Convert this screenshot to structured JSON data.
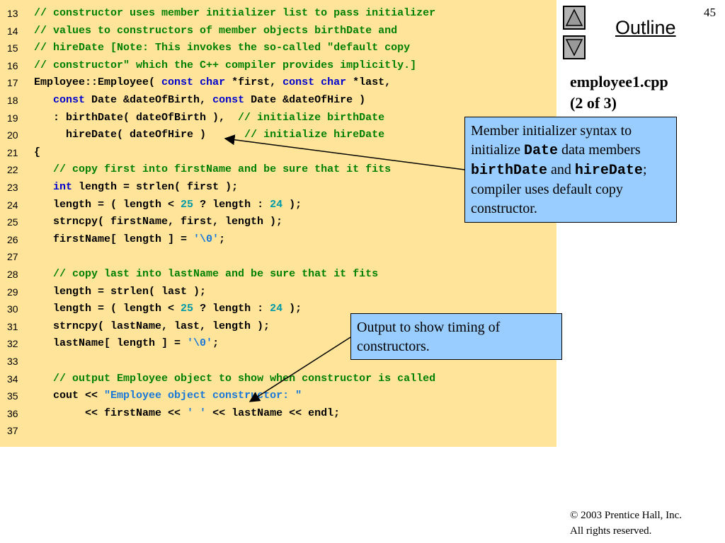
{
  "code": {
    "lines": [
      {
        "no": "13",
        "tokens": [
          {
            "t": "// constructor uses member initializer list to pass initializer",
            "c": "cm"
          }
        ]
      },
      {
        "no": "14",
        "tokens": [
          {
            "t": "// values to constructors of member objects birthDate and",
            "c": "cm"
          }
        ]
      },
      {
        "no": "15",
        "tokens": [
          {
            "t": "// hireDate [Note: This invokes the so-called \"default copy",
            "c": "cm"
          }
        ]
      },
      {
        "no": "16",
        "tokens": [
          {
            "t": "// constructor\" which the C++ compiler provides implicitly.]",
            "c": "cm"
          }
        ]
      },
      {
        "no": "17",
        "tokens": [
          {
            "t": "Employee::Employee( "
          },
          {
            "t": "const",
            "c": "kw"
          },
          {
            "t": " "
          },
          {
            "t": "char",
            "c": "kw"
          },
          {
            "t": " *first, "
          },
          {
            "t": "const",
            "c": "kw"
          },
          {
            "t": " "
          },
          {
            "t": "char",
            "c": "kw"
          },
          {
            "t": " *last,"
          }
        ]
      },
      {
        "no": "18",
        "tokens": [
          {
            "t": "   "
          },
          {
            "t": "const",
            "c": "kw"
          },
          {
            "t": " Date &dateOfBirth, "
          },
          {
            "t": "const",
            "c": "kw"
          },
          {
            "t": " Date &dateOfHire )"
          }
        ]
      },
      {
        "no": "19",
        "tokens": [
          {
            "t": "   : birthDate( dateOfBirth ),  "
          },
          {
            "t": "// initialize birthDate",
            "c": "cm"
          }
        ]
      },
      {
        "no": "20",
        "tokens": [
          {
            "t": "     hireDate( dateOfHire )      "
          },
          {
            "t": "// initialize hireDate",
            "c": "cm"
          }
        ]
      },
      {
        "no": "21",
        "tokens": [
          {
            "t": "{"
          }
        ]
      },
      {
        "no": "22",
        "tokens": [
          {
            "t": "   "
          },
          {
            "t": "// copy first into firstName and be sure that it fits",
            "c": "cm"
          }
        ]
      },
      {
        "no": "23",
        "tokens": [
          {
            "t": "   "
          },
          {
            "t": "int",
            "c": "kw"
          },
          {
            "t": " length = strlen( first );"
          }
        ]
      },
      {
        "no": "24",
        "tokens": [
          {
            "t": "   length = ( length < "
          },
          {
            "t": "25",
            "c": "num"
          },
          {
            "t": " ? length : "
          },
          {
            "t": "24",
            "c": "num"
          },
          {
            "t": " );"
          }
        ]
      },
      {
        "no": "25",
        "tokens": [
          {
            "t": "   strncpy( firstName, first, length );"
          }
        ]
      },
      {
        "no": "26",
        "tokens": [
          {
            "t": "   firstName[ length ] = "
          },
          {
            "t": "'\\0'",
            "c": "str"
          },
          {
            "t": ";"
          }
        ]
      },
      {
        "no": "27",
        "tokens": []
      },
      {
        "no": "28",
        "tokens": [
          {
            "t": "   "
          },
          {
            "t": "// copy last into lastName and be sure that it fits",
            "c": "cm"
          }
        ]
      },
      {
        "no": "29",
        "tokens": [
          {
            "t": "   length = strlen( last );"
          }
        ]
      },
      {
        "no": "30",
        "tokens": [
          {
            "t": "   length = ( length < "
          },
          {
            "t": "25",
            "c": "num"
          },
          {
            "t": " ? length : "
          },
          {
            "t": "24",
            "c": "num"
          },
          {
            "t": " );"
          }
        ]
      },
      {
        "no": "31",
        "tokens": [
          {
            "t": "   strncpy( lastName, last, length );"
          }
        ]
      },
      {
        "no": "32",
        "tokens": [
          {
            "t": "   lastName[ length ] = "
          },
          {
            "t": "'\\0'",
            "c": "str"
          },
          {
            "t": ";"
          }
        ]
      },
      {
        "no": "33",
        "tokens": []
      },
      {
        "no": "34",
        "tokens": [
          {
            "t": "   "
          },
          {
            "t": "// output Employee object to show when constructor is called",
            "c": "cm"
          }
        ]
      },
      {
        "no": "35",
        "tokens": [
          {
            "t": "   cout << "
          },
          {
            "t": "\"Employee object constructor: \"",
            "c": "str"
          }
        ]
      },
      {
        "no": "36",
        "tokens": [
          {
            "t": "        << firstName << "
          },
          {
            "t": "' '",
            "c": "str"
          },
          {
            "t": " << lastName << endl;"
          }
        ]
      },
      {
        "no": "37",
        "tokens": []
      }
    ]
  },
  "sidebar": {
    "page_number": "45",
    "outline_title": "Outline",
    "nav_up_icon": "triangle-up-icon",
    "nav_down_icon": "triangle-down-icon",
    "file_name": "employee1.cpp",
    "file_part": "(2 of 3)"
  },
  "callouts": {
    "initializer": {
      "p1": "Member initializer syntax to initialize ",
      "m1": "Date",
      "p2": " data members ",
      "m2": "birthDate",
      "p3": " and ",
      "m3": "hireDate",
      "p4": "; compiler uses default copy constructor."
    },
    "output": {
      "text": "Output to show timing of constructors."
    }
  },
  "footer": {
    "copyright_symbol": "©",
    "copyright": " 2003 Prentice Hall, Inc.",
    "rights": "All rights reserved."
  },
  "colors": {
    "code_background": "#ffe49a",
    "callout_background": "#99ccff",
    "comment": "#008000",
    "keyword": "#0000cc",
    "number": "#009aa6",
    "string": "#1877d8",
    "nav_button": "#b3b3b3"
  }
}
